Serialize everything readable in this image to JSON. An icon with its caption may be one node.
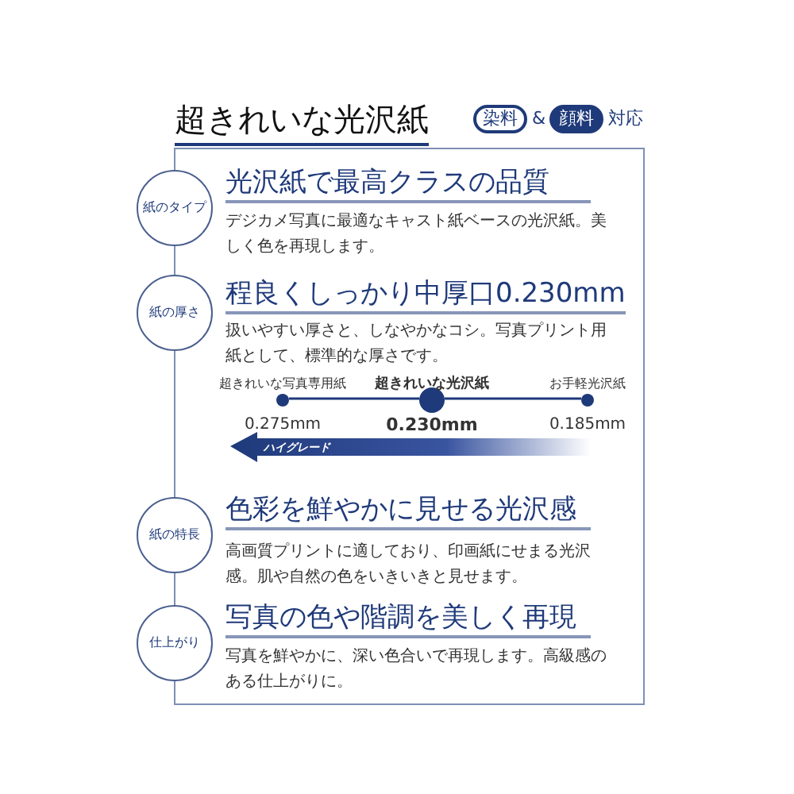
{
  "diagram": {
    "title": "超きれいな光沢紙",
    "nodes": [
      {
        "text": [
          "染料"
        ]
      },
      {
        "text": [
          "顔料"
        ],
        "beside": [
          "対応"
        ]
      },
      {
        "text": [],
        "shape": "box"
      },
      {
        "text": [
          "紙のタイプ"
        ]
      },
      {
        "text": [
          "紙の厚さ"
        ]
      },
      {
        "text": [],
        "shape": "circle",
        "in": 2,
        "beside": [
          "超きれいな写真専用紙",
          "0.275mm"
        ]
      },
      {
        "text": [],
        "shape": "circle",
        "in": 2,
        "beside": [
          "超きれいな光沢紙",
          "0.230mm"
        ]
      },
      {
        "text": [],
        "shape": "circle",
        "in": 2,
        "beside": [
          "お手軽光沢紙",
          "0.185mm"
        ]
      },
      {
        "text": [
          "紙の特長"
        ]
      },
      {
        "text": [
          "仕上がり"
        ]
      }
    ],
    "edges": [
      {
        "from": 5,
        "to": 6,
        "arrow": "none"
      },
      {
        "from": 6,
        "to": 7,
        "arrow": "none"
      }
    ],
    "labels": [
      "&",
      "光沢紙で最高クラスの品質",
      "デジカメ写真に最適なキャスト紙ベースの光沢紙。美しく色を再現します。",
      "程良くしっかり中厚口0.230mm",
      "扱いやすい厚さと、しなやかなコシ。写真プリント用紙として、標準的な厚さです。",
      "ハイグレード",
      "色彩を鮮やかに見せる光沢感",
      "高画質プリントに適しており、印画紙にせまる光沢感。肌や自然の色をいきいきと見せます。",
      "写真の色や階調を美しく再現",
      "写真を鮮やかに、深い色合いで再現します。高級感のある仕上がりに。"
    ]
  }
}
